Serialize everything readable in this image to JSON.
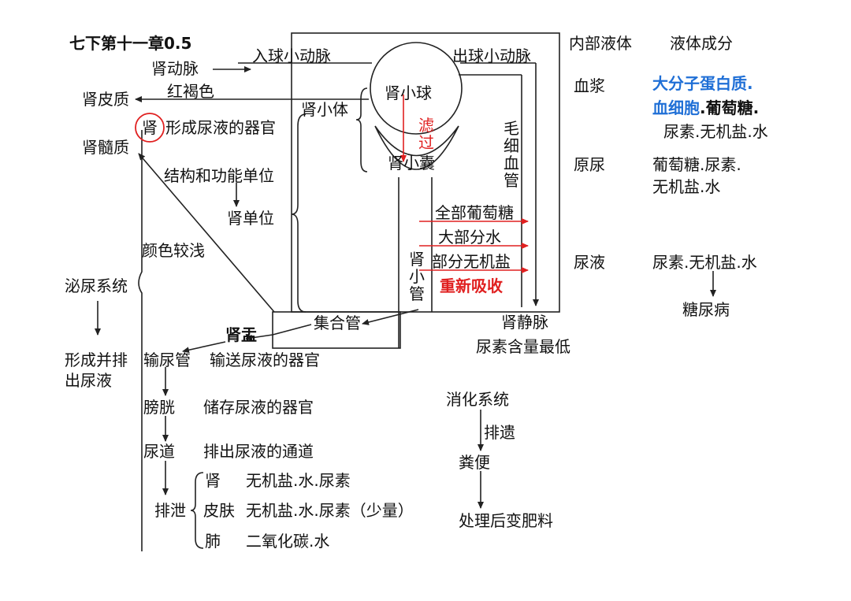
{
  "title": "七下第十一章0.5",
  "colors": {
    "red": "#e02020",
    "blue": "#1f6fd6",
    "line": "#222222"
  },
  "kidney": {
    "organ": "肾",
    "organ_function": "形成尿液的器官",
    "cortex": "肾皮质",
    "cortex_color": "红褐色",
    "medulla": "肾髓质",
    "medulla_color": "颜色较浅",
    "unit_desc": "结构和功能单位",
    "unit": "肾单位",
    "pelvis": "肾盂"
  },
  "nephron": {
    "renal_artery": "肾动脉",
    "afferent": "入球小动脉",
    "efferent": "出球小动脉",
    "corpuscle": "肾小体",
    "glomerulus": "肾小球",
    "filter": "滤过",
    "capsule": "肾小囊",
    "capillary": "毛细血管",
    "tubule": "肾小管",
    "reabsorb_items": [
      "全部葡萄糖",
      "大部分水",
      "部分无机盐"
    ],
    "reabsorb": "重新吸收",
    "collecting_duct": "集合管",
    "renal_vein": "肾静脉",
    "vein_note": "尿素含量最低"
  },
  "fluids": {
    "header_fluid": "内部液体",
    "header_components": "液体成分",
    "plasma": "血浆",
    "plasma_blue_1": "大分子蛋白质.",
    "plasma_blue_2": "血细胞",
    "plasma_rest_1": ".葡萄糖.",
    "plasma_rest_2": "尿素.无机盐.水",
    "primary": "原尿",
    "primary_1": "葡萄糖.尿素.",
    "primary_2": "无机盐.水",
    "urine": "尿液",
    "urine_comp": "尿素.无机盐.水",
    "diabetes": "糖尿病"
  },
  "urinary": {
    "system": "泌尿系统",
    "system_func_1": "形成并排",
    "system_func_2": "出尿液",
    "ureter": "输尿管",
    "ureter_func": "输送尿液的器官",
    "bladder": "膀胱",
    "bladder_func": "储存尿液的器官",
    "urethra": "尿道",
    "urethra_func": "排出尿液的通道"
  },
  "excretion": {
    "label": "排泄",
    "rows": [
      {
        "organ": "肾",
        "items": "无机盐.水.尿素"
      },
      {
        "organ": "皮肤",
        "items": "无机盐.水.尿素（少量）"
      },
      {
        "organ": "肺",
        "items": "二氧化碳.水"
      }
    ]
  },
  "digestion": {
    "system": "消化系统",
    "egestion": "排遗",
    "feces": "粪便",
    "after": "处理后变肥料"
  }
}
